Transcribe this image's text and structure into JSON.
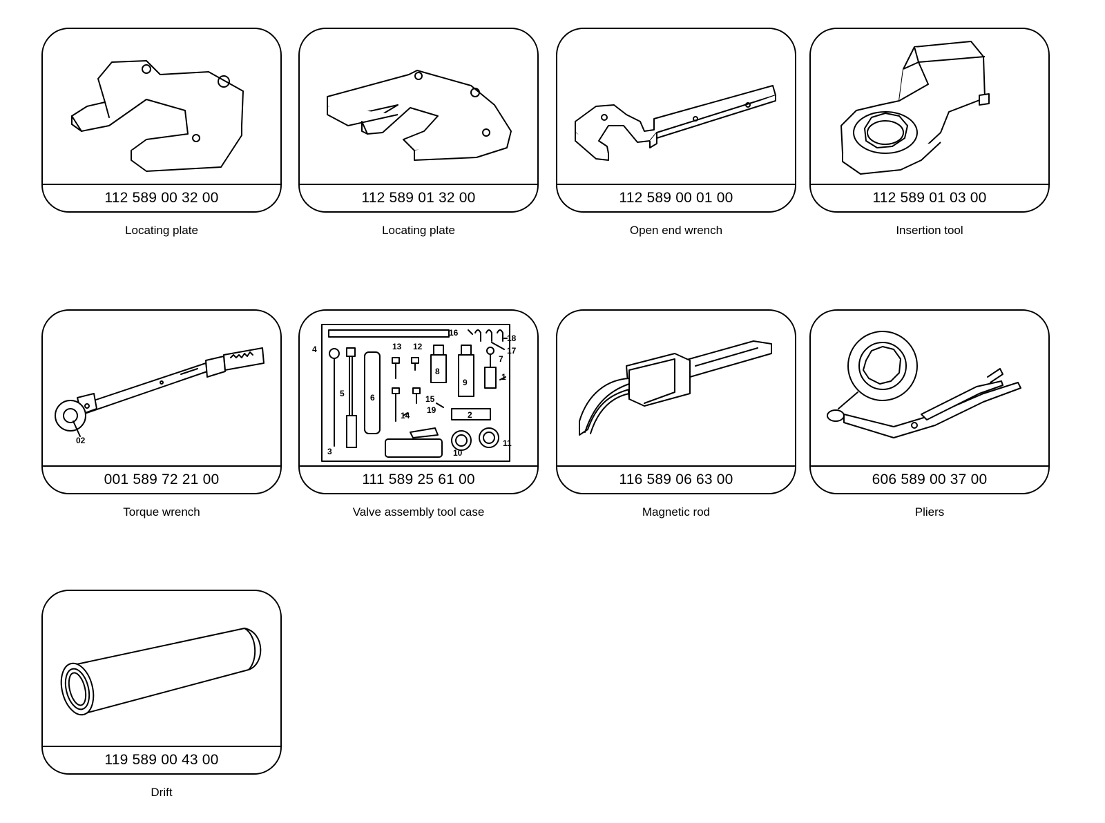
{
  "tools": [
    {
      "part_number": "112 589 00 32 00",
      "name": "Locating plate",
      "icon": "locating-plate-icon"
    },
    {
      "part_number": "112 589 01 32 00",
      "name": "Locating plate",
      "icon": "locating-plate-icon"
    },
    {
      "part_number": "112 589 00 01 00",
      "name": "Open end wrench",
      "icon": "open-end-wrench-icon"
    },
    {
      "part_number": "112 589 01 03 00",
      "name": "Insertion tool",
      "icon": "insertion-tool-icon"
    },
    {
      "part_number": "001 589 72 21 00",
      "name": "Torque wrench",
      "icon": "torque-wrench-icon",
      "callouts": [
        "02"
      ]
    },
    {
      "part_number": "111 589 25 61 00",
      "name": "Valve assembly tool case",
      "icon": "valve-tool-case-icon",
      "callouts": [
        "1",
        "2",
        "3",
        "4",
        "5",
        "6",
        "7",
        "8",
        "9",
        "10",
        "11",
        "12",
        "13",
        "14",
        "15",
        "16",
        "17",
        "18",
        "19"
      ]
    },
    {
      "part_number": "116 589 06 63 00",
      "name": "Magnetic rod",
      "icon": "magnetic-rod-icon"
    },
    {
      "part_number": "606 589 00 37 00",
      "name": "Pliers",
      "icon": "pliers-icon"
    },
    {
      "part_number": "119 589 00 43 00",
      "name": "Drift",
      "icon": "drift-icon"
    }
  ]
}
